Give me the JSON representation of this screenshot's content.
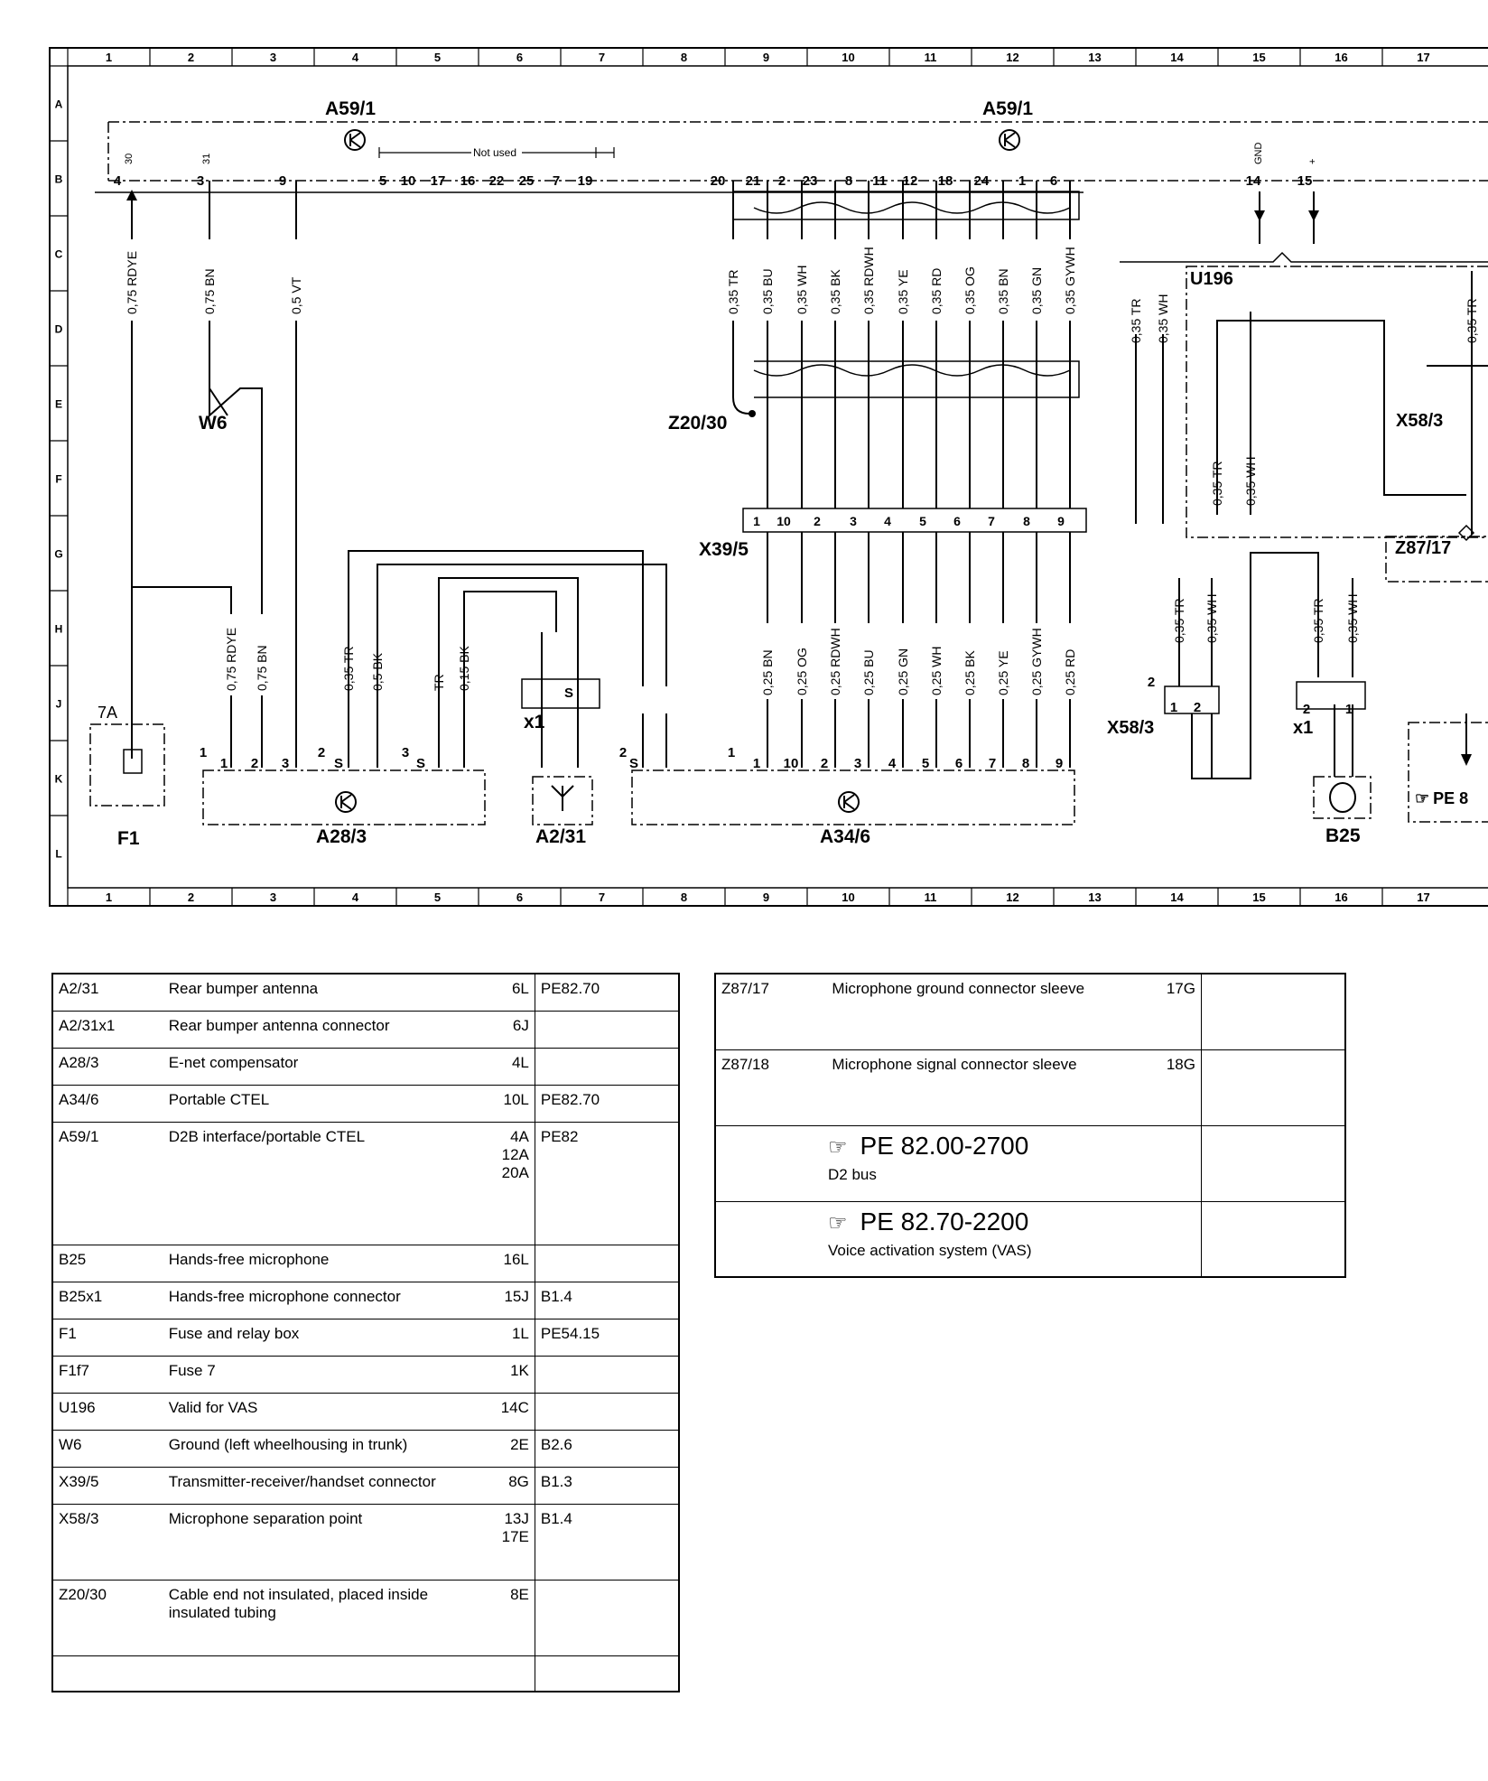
{
  "grid": {
    "columns": [
      "1",
      "2",
      "3",
      "4",
      "5",
      "6",
      "7",
      "8",
      "9",
      "10",
      "11",
      "12",
      "13",
      "14",
      "15",
      "16",
      "17"
    ],
    "rows": [
      "A",
      "B",
      "C",
      "D",
      "E",
      "F",
      "G",
      "H",
      "J",
      "K",
      "L"
    ]
  },
  "components": {
    "a59_1_left": "A59/1",
    "a59_1_right": "A59/1",
    "not_used": "Not used",
    "w6": "W6",
    "z20_30": "Z20/30",
    "x39_5": "X39/5",
    "u196": "U196",
    "x58_3_right": "X58/3",
    "z87_17": "Z87/17",
    "x58_3_bottom": "X58/3",
    "f1": "F1",
    "fuse_7a": "7A",
    "a28_3": "A28/3",
    "a2_31": "A2/31",
    "a34_6": "A34/6",
    "b25": "B25",
    "x1_left": "x1",
    "x1_right": "x1",
    "pe_ref": "PE 8"
  },
  "a59_pins_top": [
    "4",
    "3",
    "9",
    "5",
    "10",
    "17",
    "16",
    "22",
    "25",
    "7",
    "19",
    "20",
    "21",
    "2",
    "23",
    "8",
    "11",
    "12",
    "18",
    "24",
    "1",
    "6",
    "14",
    "15"
  ],
  "a59_pin_labels": [
    "30",
    "31",
    "GND",
    "+"
  ],
  "wires_top": [
    "0,75 RDYE",
    "0,75 BN",
    "0,5 VT",
    "0,35 TR",
    "0,35 BU",
    "0,35 WH",
    "0,35 BK",
    "0,35 RDWH",
    "0,35 YE",
    "0,35 RD",
    "0,35 OG",
    "0,35 BN",
    "0,35 GN",
    "0,35 GYWH"
  ],
  "wires_u196": [
    "0,35 TR",
    "0,35 WH",
    "0,35 TR",
    "0,35 WH",
    "0,35 TR"
  ],
  "x39_pins": [
    "1",
    "10",
    "2",
    "3",
    "4",
    "5",
    "6",
    "7",
    "8",
    "9"
  ],
  "wires_bottom_left": [
    "0,75 RDYE",
    "0,75 BN",
    "0,35 TR",
    "0,5 BK",
    "TR",
    "0,15 BK"
  ],
  "wires_bottom_a34": [
    "0,25 BN",
    "0,25 OG",
    "0,25 RDWH",
    "0,25 BU",
    "0,25 GN",
    "0,25 WH",
    "0,25 BK",
    "0,25 YE",
    "0,25 GYWH",
    "0,25 RD"
  ],
  "wires_bottom_right": [
    "0,35 TR",
    "0,35 WH",
    "0,35 TR",
    "0,35 WH"
  ],
  "legend_left": [
    {
      "code": "A2/31",
      "desc": "Rear bumper antenna",
      "loc": "6L",
      "ref": "PE82.70"
    },
    {
      "code": "A2/31x1",
      "desc": "Rear bumper antenna connector",
      "loc": "6J",
      "ref": ""
    },
    {
      "code": "A28/3",
      "desc": "E-net compensator",
      "loc": "4L",
      "ref": ""
    },
    {
      "code": "A34/6",
      "desc": "Portable CTEL",
      "loc": "10L",
      "ref": "PE82.70"
    },
    {
      "code": "A59/1",
      "desc": "D2B interface/portable CTEL",
      "loc": "4A\n12A\n20A",
      "ref": "PE82"
    },
    {
      "code": "B25",
      "desc": "Hands-free microphone",
      "loc": "16L",
      "ref": ""
    },
    {
      "code": "B25x1",
      "desc": "Hands-free microphone connector",
      "loc": "15J",
      "ref": "B1.4"
    },
    {
      "code": "F1",
      "desc": "Fuse and relay box",
      "loc": "1L",
      "ref": "PE54.15"
    },
    {
      "code": "F1f7",
      "desc": "Fuse 7",
      "loc": "1K",
      "ref": ""
    },
    {
      "code": "U196",
      "desc": "Valid for VAS",
      "loc": "14C",
      "ref": ""
    },
    {
      "code": "W6",
      "desc": "Ground (left wheelhousing in trunk)",
      "loc": "2E",
      "ref": "B2.6"
    },
    {
      "code": "X39/5",
      "desc": "Transmitter-receiver/handset connector",
      "loc": "8G",
      "ref": "B1.3"
    },
    {
      "code": "X58/3",
      "desc": "Microphone separation point",
      "loc": "13J\n17E",
      "ref": "B1.4"
    },
    {
      "code": "Z20/30",
      "desc": "Cable end not insulated, placed inside insulated tubing",
      "loc": "8E",
      "ref": ""
    },
    {
      "code": "",
      "desc": "",
      "loc": "",
      "ref": ""
    }
  ],
  "legend_right": [
    {
      "code": "Z87/17",
      "desc": "Microphone ground connector sleeve",
      "loc": "17G",
      "ref": ""
    },
    {
      "code": "Z87/18",
      "desc": "Microphone signal connector sleeve",
      "loc": "18G",
      "ref": ""
    },
    {
      "pe": "PE 82.00-2700",
      "desc": "D2 bus",
      "ref": ""
    },
    {
      "pe": "PE 82.70-2200",
      "desc": "Voice activation system (VAS)",
      "ref": ""
    }
  ],
  "pe_glyph": "☞"
}
